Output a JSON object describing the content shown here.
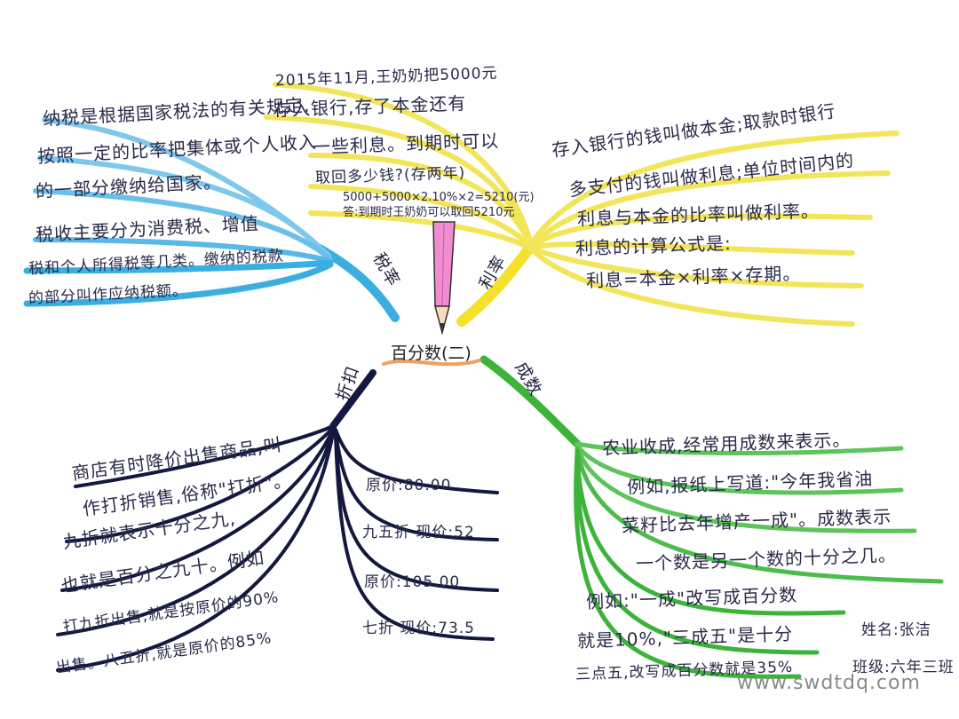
{
  "center": {
    "title": "百分数(二)"
  },
  "branches": {
    "tax": {
      "label": "税率",
      "lines": [
        "纳税是根据国家税法的有关规定,",
        "按照一定的比率把集体或个人收入",
        "的一部分缴纳给国家。",
        "税收主要分为消费税、增值",
        "税和个人所得税等几类。缴纳的税款",
        "的部分叫作应纳税额。"
      ]
    },
    "interest": {
      "label": "利率",
      "example_lines": [
        "2015年11月,王奶奶把5000元",
        "存入银行,存了本金还有",
        "一些利息。到期时可以",
        "取回多少钱?(存两年)"
      ],
      "calc_lines": [
        "5000+5000×2.10%×2=5210(元)",
        "答:到期时王奶奶可以取回5210元"
      ],
      "lines": [
        "存入银行的钱叫做本金;取款时银行",
        "多支付的钱叫做利息;单位时间内的",
        "利息与本金的比率叫做利率。",
        "利息的计算公式是:",
        "利息=本金×利率×存期。"
      ]
    },
    "discount": {
      "label": "折扣",
      "lines": [
        "商店有时降价出售商品,叫",
        "作打折销售,俗称\"打折\"。",
        "九折就表示十分之九,",
        "也就是百分之九十。例如",
        "打九折出售,就是按原价的90%",
        "出售。八五折,就是原价的85%"
      ],
      "examples": [
        "原价:80.00",
        "九五折 现价:52",
        "原价:105.00",
        "七折 现价:73.5"
      ]
    },
    "yield": {
      "label": "成数",
      "lines": [
        "农业收成,经常用成数来表示。",
        "例如,报纸上写道:\"今年我省油",
        "菜籽比去年增产一成\"。成数表示",
        "一个数是另一个数的十分之几。",
        "例如:\"一成\"改写成百分数",
        "就是10%,\"三成五\"是十分",
        "三点五,改写成百分数就是35%"
      ]
    }
  },
  "signature": {
    "name": "姓名:张洁",
    "class": "班级:六年三班"
  },
  "watermark": "www.swdtdq.com",
  "colors": {
    "tax": "#3aaee0",
    "interest": "#f5e02a",
    "discount": "#14183f",
    "yield": "#3cb43a",
    "pencil_body": "#f08ccf",
    "underline": "#f0a060"
  }
}
